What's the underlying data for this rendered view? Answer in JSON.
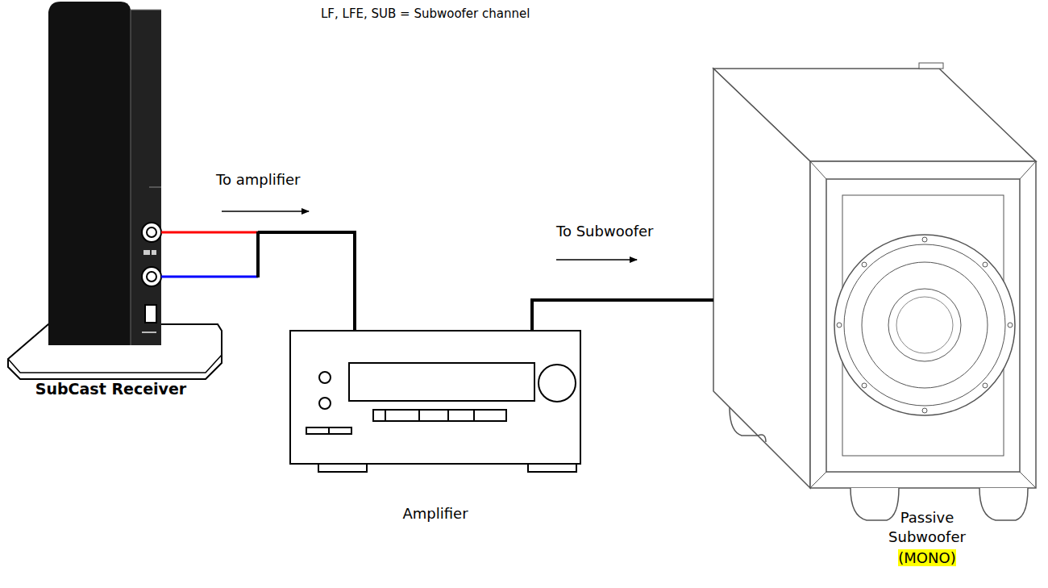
{
  "diagram": {
    "nodes": [
      {
        "text": [
          "SubCast Receiver"
        ]
      },
      {
        "text": [
          "Amplifier"
        ]
      },
      {
        "text": [
          "Passive Subwoofer",
          "(MONO)"
        ]
      }
    ],
    "edges": [
      {
        "from": 0,
        "to": 1,
        "arrow": "to",
        "label": "To amplifier"
      },
      {
        "from": 1,
        "to": 2,
        "arrow": "to",
        "label": "To Subwoofer"
      }
    ],
    "labels": [
      "LF, LFE, SUB = Subwoofer channel"
    ]
  }
}
